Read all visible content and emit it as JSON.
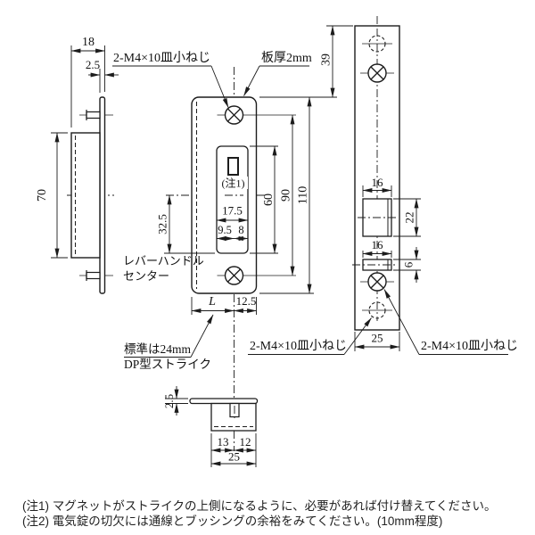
{
  "side_view": {
    "dim_width": "18",
    "dim_plate_thickness": "2.5",
    "dim_box_height": "70"
  },
  "front_view": {
    "label_screws": "2-M4×10皿小ねじ",
    "label_plate_thickness": "板厚2mm",
    "note_ref": "(注1)",
    "dim_cutout_width": "17.5",
    "dim_cutout_left": "9.5",
    "dim_cutout_right": "8",
    "dim_cutout_height": "60",
    "dim_screw_pitch": "90",
    "dim_plate_height": "110",
    "dim_lever_offset": "32.5",
    "label_lever_1": "レバーハンドル",
    "label_lever_2": "センター",
    "dim_L": "L",
    "dim_right_offset": "12.5",
    "label_standard_1": "標準は24mm",
    "label_standard_2": "DP型ストライク"
  },
  "right_view": {
    "dim_top_offset": "39",
    "dim_hole1_width": "16",
    "dim_hole1_height": "22",
    "dim_hole2_width": "16",
    "dim_hole2_height": "6",
    "dim_plate_width": "25",
    "label_screws_left": "2-M4×10皿小ねじ",
    "label_screws_right": "2-M4×10皿小ねじ"
  },
  "section_view": {
    "dim_flange_thickness": "2.5",
    "dim_left": "13",
    "dim_right": "12",
    "dim_width": "25"
  },
  "notes": {
    "note1": "(注1) マグネットがストライクの上側になるように、必要があれば付け替えてください。",
    "note2": "(注2) 電気錠の切欠には通線とブッシングの余裕をみてください。(10mm程度)"
  }
}
